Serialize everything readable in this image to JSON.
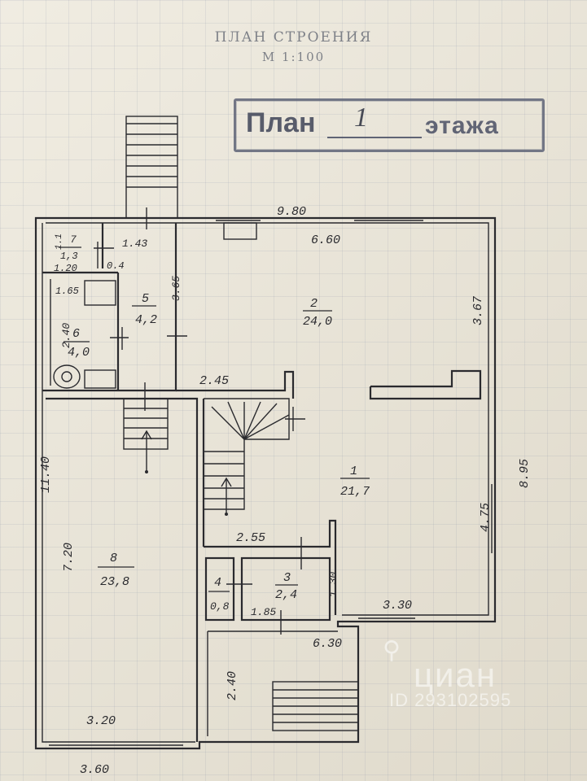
{
  "header": {
    "title": "ПЛАН СТРОЕНИЯ",
    "scale": "М 1:100"
  },
  "stamp": {
    "word1": "План",
    "floor_number": "1",
    "word2": "этажа"
  },
  "rooms": [
    {
      "number": "1",
      "area": "21,7"
    },
    {
      "number": "2",
      "area": "24,0"
    },
    {
      "number": "3",
      "area": "2,4"
    },
    {
      "number": "4",
      "area": "0,8"
    },
    {
      "number": "5",
      "area": "4,2"
    },
    {
      "number": "6",
      "area": "4,0"
    },
    {
      "number": "7",
      "area": "1,3"
    },
    {
      "number": "8",
      "area": "23,8"
    }
  ],
  "dimensions": {
    "top_total": "9.80",
    "right_total": "8.95",
    "left_total": "11.40",
    "bottom_left": "3.60",
    "room2_width": "6.60",
    "room2_depth": "3.67",
    "room5_width": "1.43",
    "room5_depth": "3.65",
    "room7_depth": "1.1",
    "room7_width": "1.20",
    "room7_gap": "0.4",
    "room6_width": "1.65",
    "room6_depth": "2.40",
    "hall_stair_width": "2.45",
    "room8_depth": "7.20",
    "room8_width": "3.20",
    "room1_depth": "4.75",
    "room1_width": "3.30",
    "room3_top": "2.55",
    "room3_bottom": "1.85",
    "room3_depth": "1.30",
    "porch_width": "6.30",
    "porch_depth": "2.40"
  },
  "watermark": {
    "logo": "⚲",
    "name": "циан",
    "id": "ID 293102595"
  }
}
